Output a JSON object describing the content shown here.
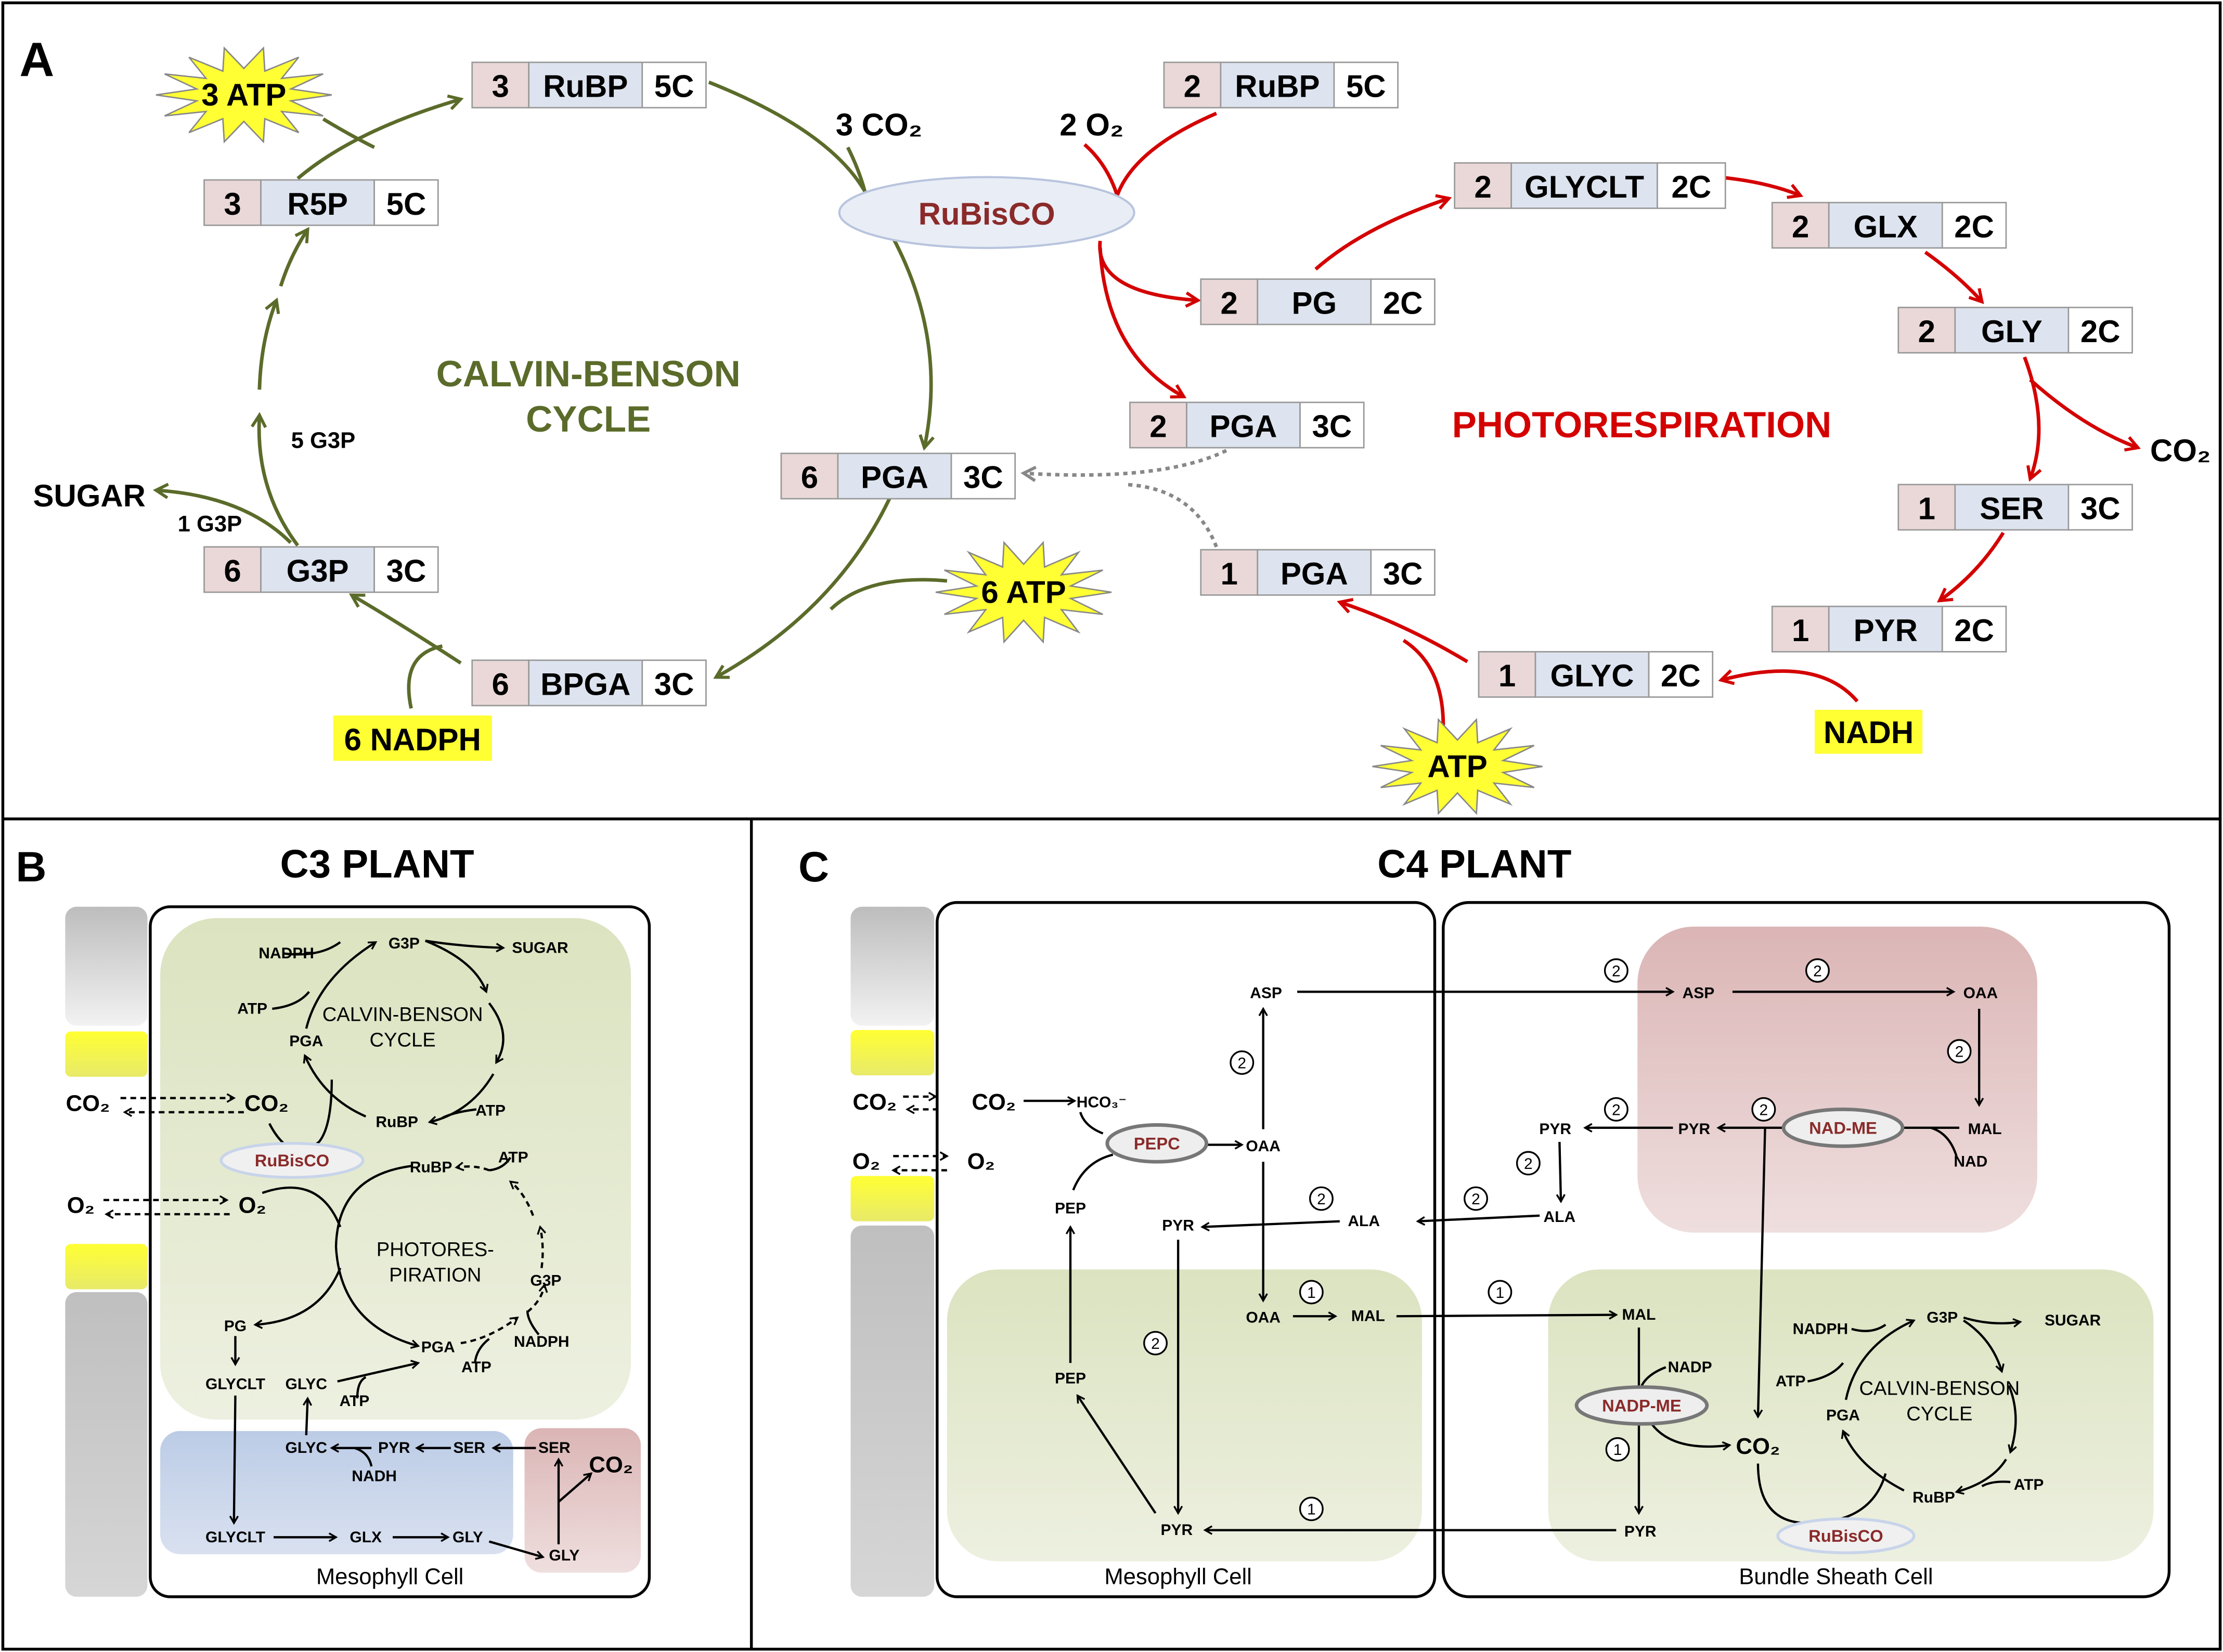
{
  "colors": {
    "calvin": "#5b6b2a",
    "photorespiration": "#d40000",
    "enzyme_text": "#8b2a2a",
    "highlight": "#ffff33",
    "count_cell": "#ead8d8",
    "name_cell": "#dde4ef",
    "chloroplast_green": "#e3e9cc",
    "peroxisome_blue": "#c9d5ea",
    "mitochondrion_pink": "#e5c6c6"
  },
  "panel_a": {
    "letter": "A",
    "calvin_title_1": "CALVIN-BENSON",
    "calvin_title_2": "CYCLE",
    "photo_title": "PHOTORESPIRATION",
    "rubisco": "RuBisCO",
    "boxes": [
      {
        "count": "3",
        "name": "RuBP",
        "carbons": "5C"
      },
      {
        "count": "2",
        "name": "RuBP",
        "carbons": "5C"
      },
      {
        "count": "3",
        "name": "R5P",
        "carbons": "5C"
      },
      {
        "count": "2",
        "name": "GLYCLT",
        "carbons": "2C"
      },
      {
        "count": "2",
        "name": "GLX",
        "carbons": "2C"
      },
      {
        "count": "2",
        "name": "PG",
        "carbons": "2C"
      },
      {
        "count": "2",
        "name": "GLY",
        "carbons": "2C"
      },
      {
        "count": "2",
        "name": "PGA",
        "carbons": "3C"
      },
      {
        "count": "6",
        "name": "PGA",
        "carbons": "3C"
      },
      {
        "count": "1",
        "name": "SER",
        "carbons": "3C"
      },
      {
        "count": "6",
        "name": "G3P",
        "carbons": "3C"
      },
      {
        "count": "1",
        "name": "PGA",
        "carbons": "3C"
      },
      {
        "count": "1",
        "name": "PYR",
        "carbons": "2C"
      },
      {
        "count": "1",
        "name": "GLYC",
        "carbons": "2C"
      },
      {
        "count": "6",
        "name": "BPGA",
        "carbons": "3C"
      }
    ],
    "labels": {
      "atp3": "3 ATP",
      "atp6": "6 ATP",
      "atp1": "ATP",
      "nadph6": "6 NADPH",
      "nadh": "NADH",
      "co2_3": "3 CO₂",
      "o2_2": "2 O₂",
      "sugar": "SUGAR",
      "g3p1": "1 G3P",
      "g3p5": "5 G3P",
      "co2": "CO₂"
    }
  },
  "panel_b": {
    "letter": "B",
    "title": "C3 PLANT",
    "cell_label": "Mesophyll Cell",
    "rubisco": "RuBisCO",
    "labels": [
      "NADPH",
      "G3P",
      "SUGAR",
      "ATP",
      "CALVIN-BENSON",
      "CYCLE",
      "PGA",
      "CO₂",
      "CO₂",
      "RuBP",
      "ATP",
      "RuBP",
      "ATP",
      "O₂",
      "O₂",
      "PHOTORES-",
      "PIRATION",
      "G3P",
      "PG",
      "NADPH",
      "PGA",
      "ATP",
      "GLYCLT",
      "GLYC",
      "ATP",
      "GLYC",
      "PYR",
      "SER",
      "SER",
      "CO₂",
      "NADH",
      "GLYCLT",
      "GLX",
      "GLY",
      "GLY"
    ]
  },
  "panel_c": {
    "letter": "C",
    "title": "C4 PLANT",
    "mesophyll_label": "Mesophyll Cell",
    "bundle_sheath_label": "Bundle Sheath Cell",
    "enzymes": {
      "pepc": "PEPC",
      "nad_me": "NAD-ME",
      "nadp_me": "NADP-ME",
      "rubisco": "RuBisCO"
    },
    "labels": [
      "CO₂",
      "CO₂",
      "HCO₃⁻",
      "O₂",
      "O₂",
      "OAA",
      "ASP",
      "PEP",
      "PYR",
      "ALA",
      "ALA",
      "PYR",
      "PYR",
      "MAL",
      "NAD",
      "ASP",
      "OAA",
      "OAA",
      "MAL",
      "MAL",
      "NADP",
      "CO₂",
      "PEP",
      "PYR",
      "PYR",
      "NADPH",
      "G3P",
      "SUGAR",
      "ATP",
      "CALVIN-BENSON",
      "CYCLE",
      "PGA",
      "RuBP",
      "ATP"
    ],
    "pathway_markers": [
      "2",
      "2",
      "2",
      "2",
      "2",
      "2",
      "2",
      "2",
      "2",
      "1",
      "1",
      "1",
      "2",
      "1"
    ]
  }
}
